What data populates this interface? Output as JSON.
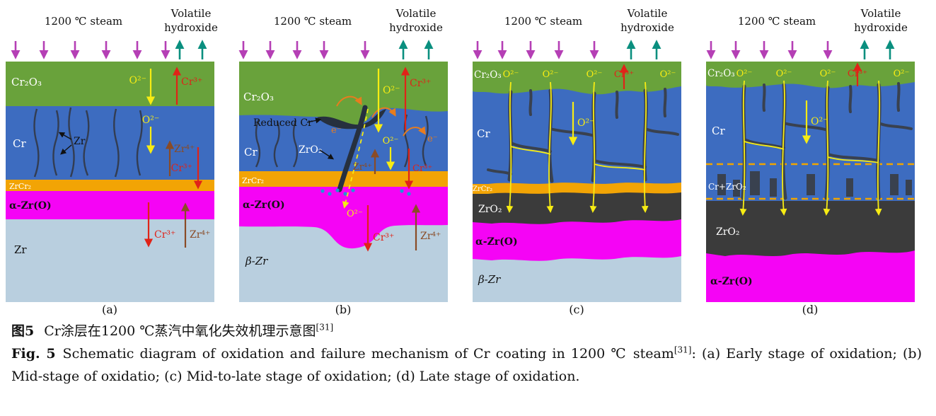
{
  "header": {
    "steam": "1200 ℃ steam",
    "volatile1": "Volatile",
    "volatile2": "hydroxide"
  },
  "species": {
    "o2": "O²⁻",
    "cr3": "Cr³⁺",
    "zr4": "Zr⁴⁺",
    "e": "e⁻"
  },
  "layers": {
    "cr2o3": "Cr₂O₃",
    "cr": "Cr",
    "zr": "Zr",
    "zrcr2": "ZrCr₂",
    "alpha_zro": "α-Zr(O)",
    "beta_zr": "β-Zr",
    "zro2": "ZrO₂",
    "cr_zro2": "Cr+ZrO₂",
    "reduced_cr": "Reduced Cr"
  },
  "panel_labels": {
    "a": "(a)",
    "b": "(b)",
    "c": "(c)",
    "d": "(d)"
  },
  "caption": {
    "zh_label": "图5",
    "zh_text": "Cr涂层在1200 ℃蒸汽中氧化失效机理示意图",
    "ref": "[31]",
    "en_label": "Fig. 5",
    "en_text": "Schematic diagram of oxidation and failure mechanism of Cr coating in 1200 ℃ steam",
    "en_tail": ": (a) Early stage of oxidation; (b) Mid-stage of oxidatio; (c) Mid-to-late stage of oxidation; (d) Late stage of oxidation."
  },
  "colors": {
    "cr2o3_green": "#69a23b",
    "cr_blue": "#3d6cc0",
    "zrcr2_orange": "#f2a405",
    "alpha_zro_magenta": "#f504f5",
    "zr_light_blue": "#b9cfdf",
    "zro2_dark": "#3b3b3b",
    "grain_dark": "#333d52",
    "o2_yellow": "#f7ec13",
    "cr_ion_red": "#e02318",
    "zr_ion_brown": "#8a4b26",
    "steam_arrow_magenta": "#b53fb5",
    "hydroxide_arrow_teal": "#0a8f7f",
    "electron_orange": "#e87c1e"
  }
}
